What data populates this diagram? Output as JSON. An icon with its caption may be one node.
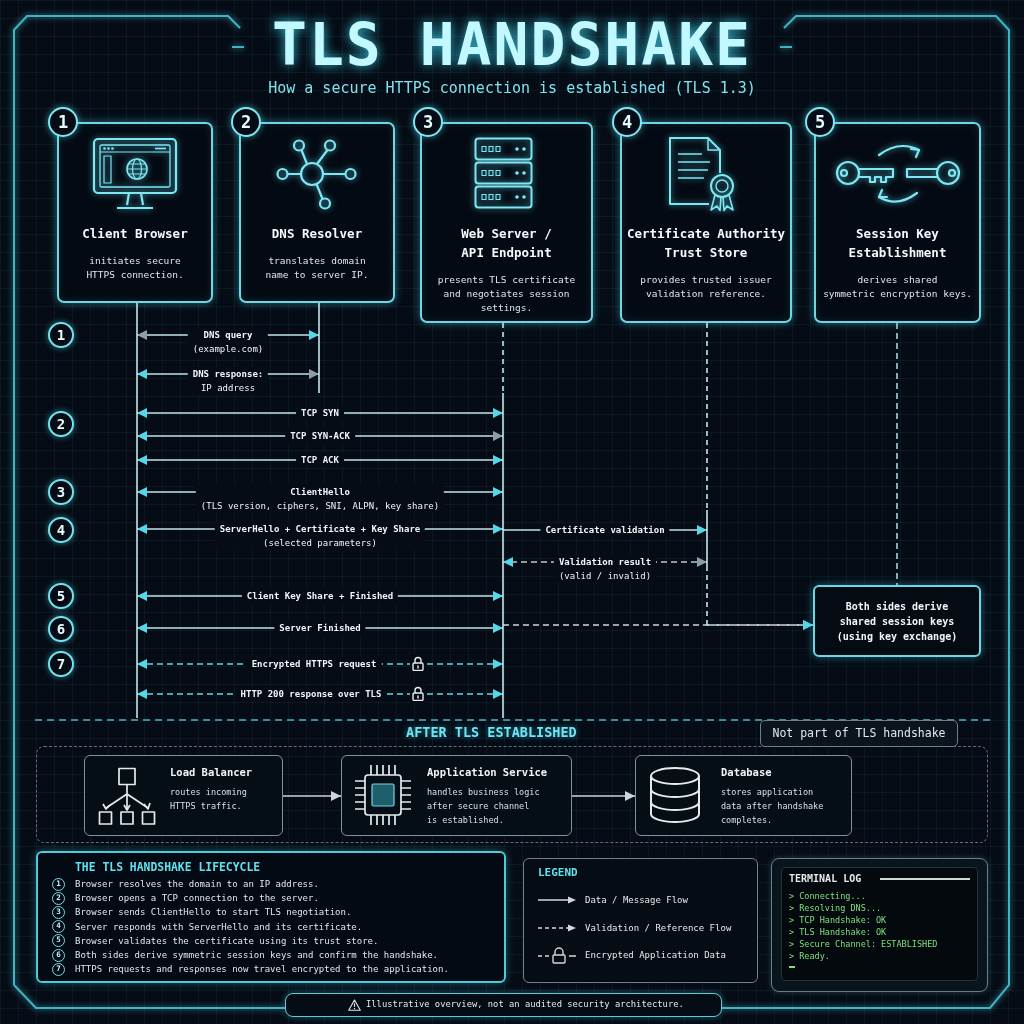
{
  "diagram": {
    "title": "TLS HANDSHAKE",
    "nodes": [
      {
        "text": [
          "Client Browser",
          "initiates secure HTTPS connection."
        ],
        "beside": [
          "1"
        ]
      },
      {
        "text": [
          "DNS Resolver",
          "translates domain name to server IP."
        ],
        "beside": [
          "2"
        ]
      },
      {
        "text": [
          "Web Server / API Endpoint",
          "presents TLS certificate and negotiates session settings."
        ],
        "beside": [
          "3"
        ]
      },
      {
        "text": [
          "Certificate Authority Trust Store",
          "provides trusted issuer validation reference."
        ],
        "beside": [
          "4"
        ]
      },
      {
        "text": [
          "Session Key Establishment",
          "derives shared symmetric encryption keys."
        ],
        "beside": [
          "5"
        ]
      },
      {
        "text": [
          "Both sides derive shared session keys (using key exchange)"
        ]
      },
      {
        "text": [
          "AFTER TLS ESTABLISHED"
        ],
        "beside": [
          "Not part of TLS handshake"
        ]
      },
      {
        "text": [
          "Load Balancer",
          "routes incoming HTTPS traffic."
        ],
        "in": 6
      },
      {
        "text": [
          "Application Service",
          "handles business logic after secure channel is established."
        ],
        "in": 6
      },
      {
        "text": [
          "Database",
          "stores application data after handshake completes."
        ],
        "in": 6
      },
      {
        "text": [
          "THE TLS HANDSHAKE LIFECYCLE",
          "1",
          "Browser resolves the domain to an IP address.",
          "2",
          "Browser opens a TCP connection to the server.",
          "3",
          "Browser sends ClientHello to start TLS negotiation.",
          "4",
          "Server responds with ServerHello and its certificate.",
          "5",
          "Browser validates the certificate using its trust store.",
          "6",
          "Both sides derive symmetric session keys and confirm the handshake.",
          "7",
          "HTTPS requests and responses now travel encrypted to the application."
        ]
      },
      {
        "text": [
          "LEGEND"
        ]
      },
      {
        "text": [
          "TERMINAL LOG",
          "> Connecting...",
          "> Resolving DNS...",
          "> TCP Handshake: OK",
          "> TLS Handshake: OK",
          "> Secure Channel: ESTABLISHED",
          "> Ready."
        ]
      },
      {
        "text": [
          "Illustrative overview, not an audited security architecture."
        ]
      }
    ],
    "edges": [
      {
        "from": 0,
        "to": 1,
        "arrow": "both",
        "label": "DNS query (example.com)"
      },
      {
        "from": 1,
        "to": 0,
        "arrow": "both",
        "label": "DNS response: IP address"
      },
      {
        "from": 0,
        "to": 2,
        "arrow": "both",
        "label": "TCP SYN"
      },
      {
        "from": 2,
        "to": 0,
        "arrow": "both",
        "label": "TCP SYN-ACK"
      },
      {
        "from": 0,
        "to": 2,
        "arrow": "both",
        "label": "TCP ACK"
      },
      {
        "from": 0,
        "to": 2,
        "arrow": "both",
        "label": "ClientHello (TLS version, ciphers, SNI, ALPN, key share)"
      },
      {
        "from": 2,
        "to": 0,
        "arrow": "both",
        "label": "ServerHello + Certificate + Key Share (selected parameters)"
      },
      {
        "from": 2,
        "to": 3,
        "arrow": "to",
        "label": "Certificate validation"
      },
      {
        "from": 3,
        "to": 2,
        "arrow": "both",
        "label": "Validation result (valid / invalid)",
        "style": "dashed"
      },
      {
        "from": 0,
        "to": 2,
        "arrow": "both",
        "label": "Client Key Share + Finished"
      },
      {
        "from": 2,
        "to": 0,
        "arrow": "both",
        "label": "Server Finished"
      },
      {
        "from": 2,
        "to": 5,
        "arrow": "to",
        "style": "dashed"
      },
      {
        "from": 3,
        "to": 5,
        "arrow": "to",
        "style": "dashed"
      },
      {
        "from": 0,
        "to": 2,
        "arrow": "both",
        "label": "Encrypted HTTPS request",
        "style": "dashed",
        "color": "#5ad7e7"
      },
      {
        "from": 2,
        "to": 0,
        "arrow": "both",
        "label": "HTTP 200 response over TLS",
        "style": "dashed",
        "color": "#5ad7e7"
      },
      {
        "from": 4,
        "to": 5,
        "arrow": "none",
        "style": "dashed"
      },
      {
        "from": 7,
        "to": 8,
        "arrow": "to"
      },
      {
        "from": 8,
        "to": 9,
        "arrow": "to"
      }
    ],
    "labels": [
      "How a secure HTTPS connection is established (TLS 1.3)",
      "1",
      "2",
      "3",
      "4",
      "5",
      "6",
      "7"
    ],
    "legend": [
      {
        "text": "Data / Message Flow"
      },
      {
        "text": "Validation / Reference Flow"
      },
      {
        "text": "Encrypted Application Data"
      }
    ]
  }
}
